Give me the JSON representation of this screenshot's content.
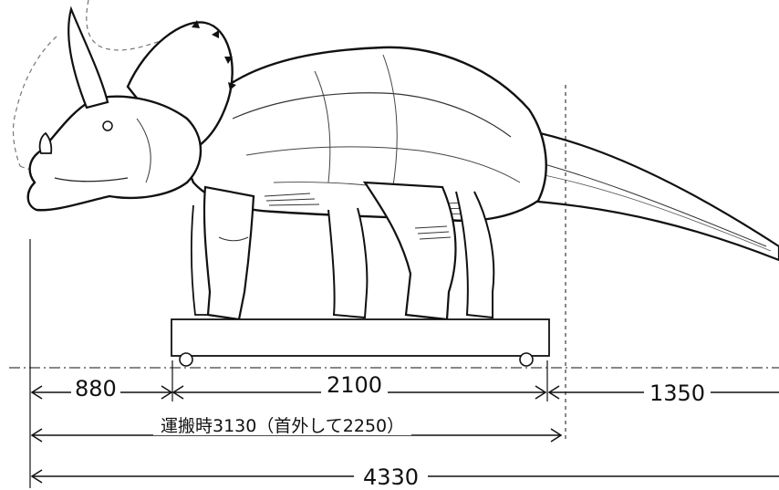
{
  "dimensions": {
    "front_overhang": "880",
    "base_length": "2100",
    "tail_overhang": "1350",
    "transport_length": "運搬時3130（首外して2250）",
    "total_length": "4330"
  }
}
